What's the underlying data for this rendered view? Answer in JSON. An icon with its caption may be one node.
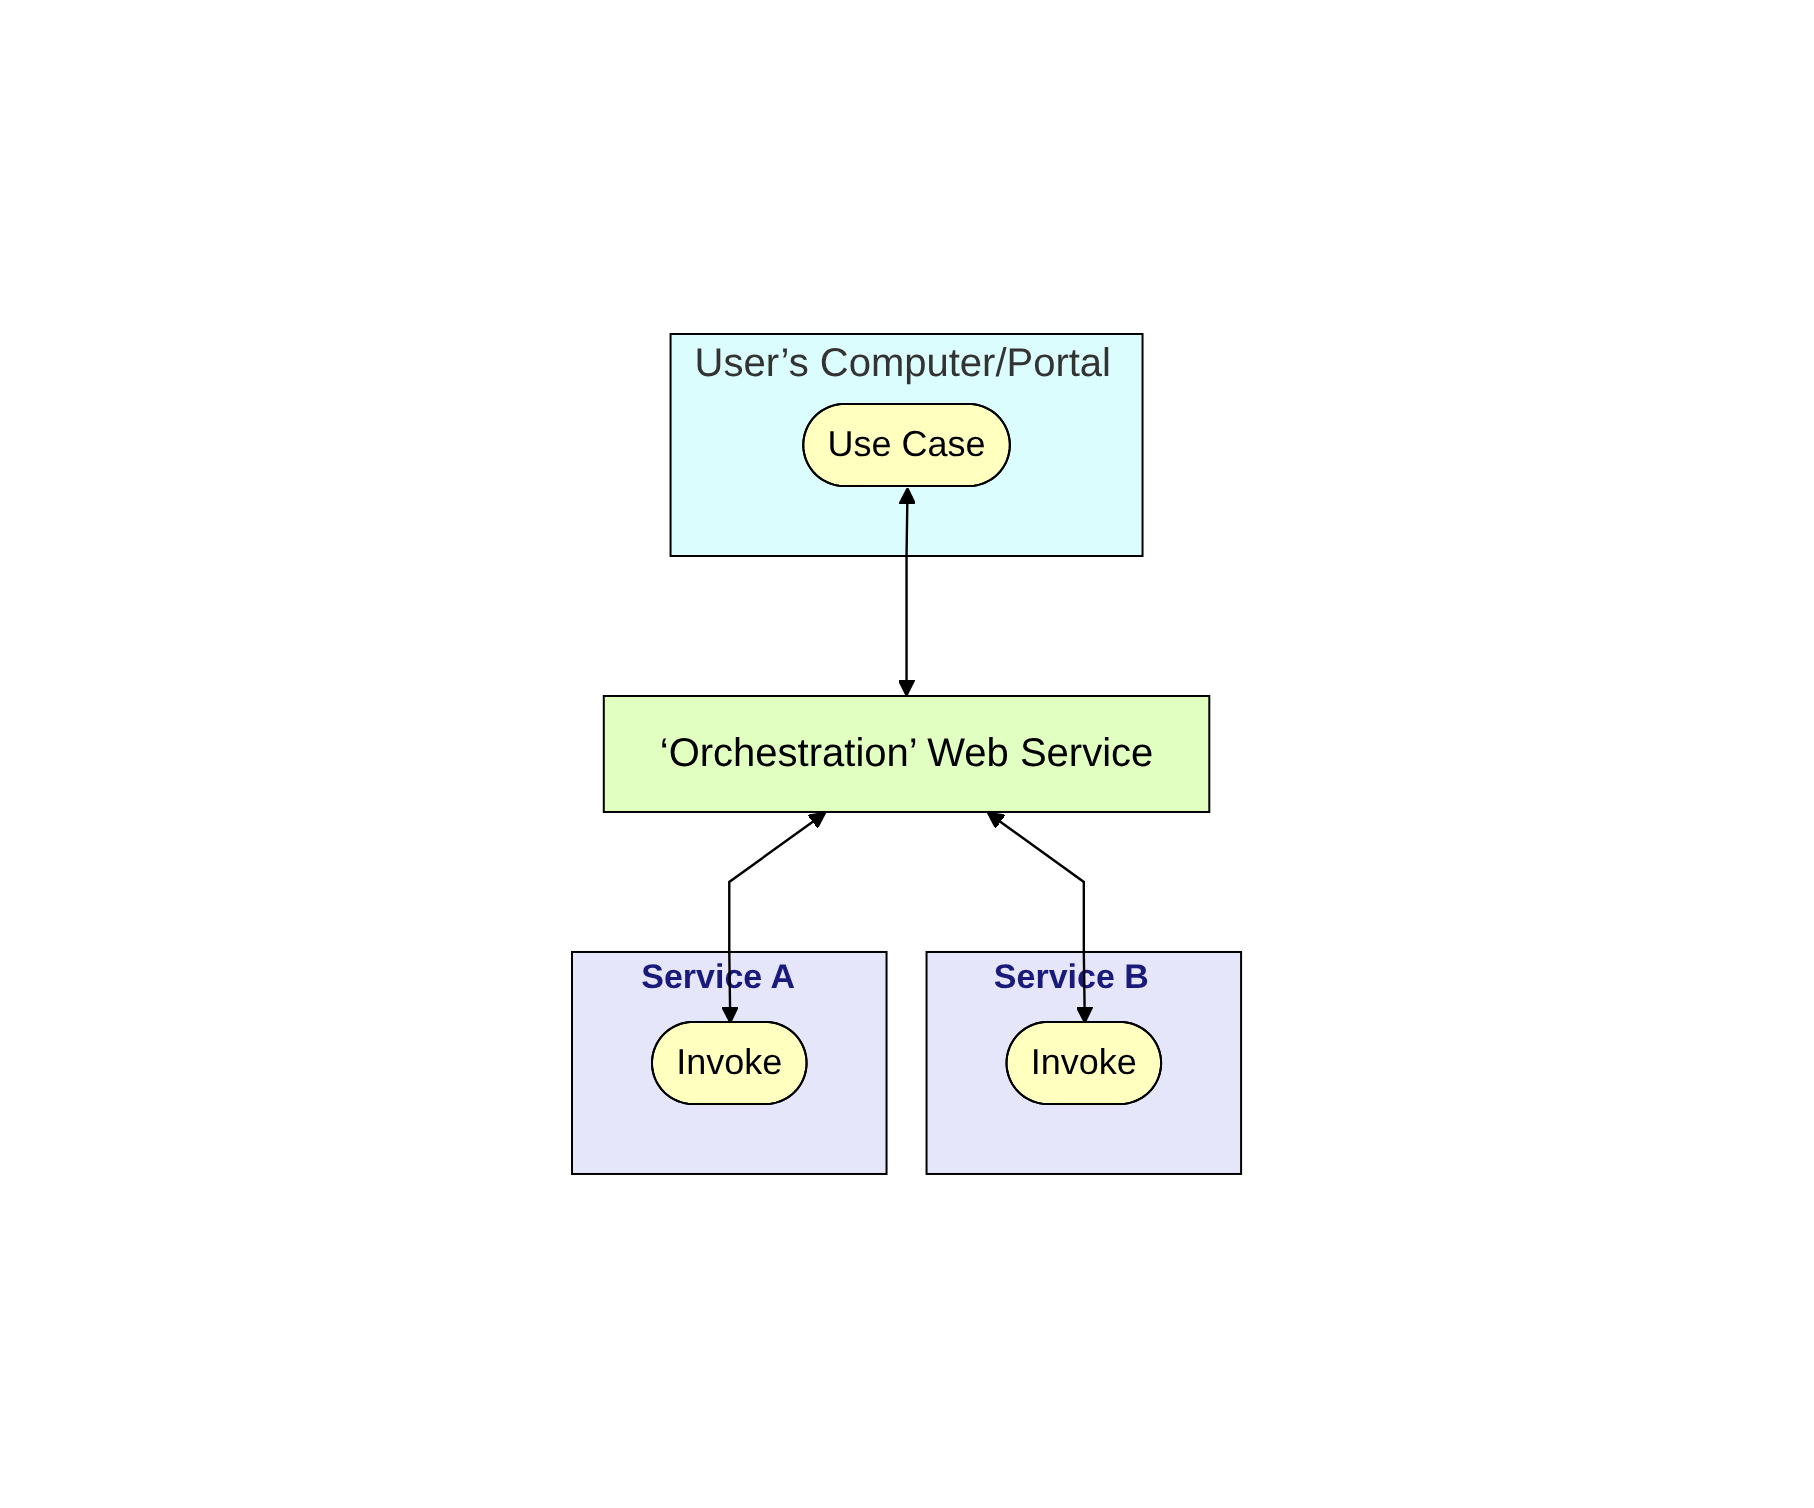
{
  "diagram": {
    "nodes": [
      {
        "text": [
          "User’s Computer/Portal"
        ]
      },
      {
        "text": [
          "Use Case"
        ],
        "in": 0
      },
      {
        "text": [
          "‘Orchestration’ Web Service"
        ]
      },
      {
        "text": [
          "Service A"
        ]
      },
      {
        "text": [
          "Invoke"
        ],
        "in": 3
      },
      {
        "text": [
          "Service B"
        ]
      },
      {
        "text": [
          "Invoke"
        ],
        "in": 5
      }
    ],
    "edges": [
      {
        "from": 1,
        "to": 2,
        "arrow": "both"
      },
      {
        "from": 2,
        "to": 4,
        "arrow": "both"
      },
      {
        "from": 2,
        "to": 6,
        "arrow": "both"
      }
    ]
  }
}
